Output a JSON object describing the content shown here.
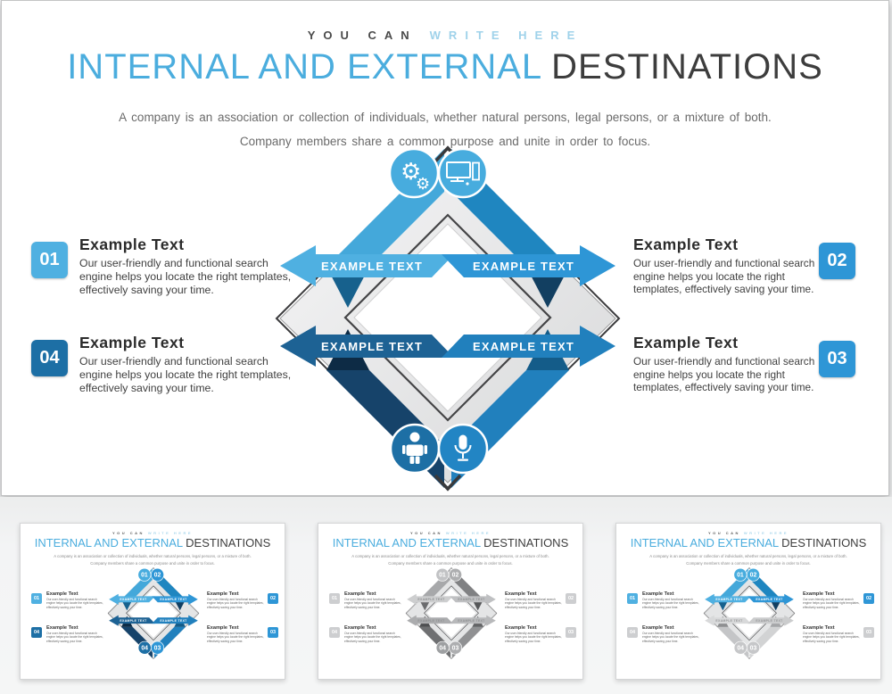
{
  "slide": {
    "tagline": {
      "prefix": "YOU CAN",
      "highlight": "WRITE HERE"
    },
    "title": {
      "highlight": "INTERNAL AND EXTERNAL",
      "rest": "DESTINATIONS"
    },
    "subtitle": "A company is an association or collection of individuals, whether natural persons, legal persons, or a mixture of both. Company members share a common purpose and unite in order to focus.",
    "items": [
      {
        "number": "01",
        "heading": "Example Text",
        "body": "Our user-friendly and functional search engine helps you locate the right templates, effectively saving your time."
      },
      {
        "number": "02",
        "heading": "Example Text",
        "body": "Our user-friendly and functional search engine helps you locate the right templates, effectively saving your time."
      },
      {
        "number": "03",
        "heading": "Example Text",
        "body": "Our user-friendly and functional search engine helps you locate the right templates, effectively saving your time."
      },
      {
        "number": "04",
        "heading": "Example Text",
        "body": "Our user-friendly and functional search engine helps you locate the right templates, effectively saving your time."
      }
    ],
    "arrows": [
      "EXAMPLE TEXT",
      "EXAMPLE TEXT",
      "EXAMPLE TEXT",
      "EXAMPLE TEXT"
    ],
    "icons": {
      "top_left": "gears-icon",
      "top_right": "computer-icon",
      "bottom_left": "person-icon",
      "bottom_right": "microphone-icon",
      "gear_glyph_large": "⚙",
      "gear_glyph_small": "⚙"
    },
    "circle_numbers": [
      "01",
      "02",
      "03",
      "04"
    ],
    "colors": {
      "title_blue": "#4badde",
      "title_dark": "#3d3d3d",
      "accent_light": "#4FB0E1",
      "accent": "#2E96D6",
      "accent_dark": "#1D6FA5",
      "navy": "#16436A"
    }
  },
  "thumbnails": [
    {
      "variant": "blue"
    },
    {
      "variant": "gray"
    },
    {
      "variant": "mixed"
    }
  ]
}
